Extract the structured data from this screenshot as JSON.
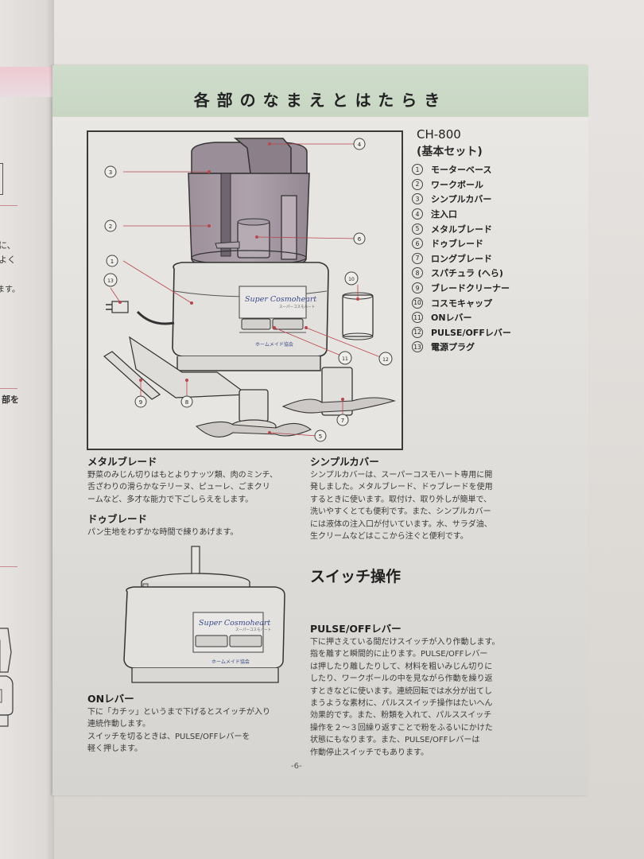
{
  "header": {
    "title": "各部のなまえとはたらき"
  },
  "model": {
    "name": "CH-800",
    "set": "(基本セット)"
  },
  "parts": [
    {
      "num": "1",
      "label": "モーターベース"
    },
    {
      "num": "2",
      "label": "ワークボール"
    },
    {
      "num": "3",
      "label": "シンプルカバー"
    },
    {
      "num": "4",
      "label": "注入口"
    },
    {
      "num": "5",
      "label": "メタルブレード"
    },
    {
      "num": "6",
      "label": "ドゥブレード"
    },
    {
      "num": "7",
      "label": "ロングブレード"
    },
    {
      "num": "8",
      "label": "スパチュラ (へら)"
    },
    {
      "num": "9",
      "label": "ブレードクリーナー"
    },
    {
      "num": "10",
      "label": "コスモキャップ"
    },
    {
      "num": "11",
      "label": "ONレバー"
    },
    {
      "num": "12",
      "label": "PULSE/OFFレバー"
    },
    {
      "num": "13",
      "label": "電源プラグ"
    }
  ],
  "diagram": {
    "brand": "Super Cosmoheart",
    "brand_sub": "スーパーコスモハート",
    "maker": "ホームメイド協会",
    "callouts": [
      "1",
      "2",
      "3",
      "4",
      "5",
      "6",
      "7",
      "8",
      "9",
      "10",
      "11",
      "12",
      "13"
    ]
  },
  "sections": {
    "metal_blade": {
      "title": "メタルブレード",
      "body": "野菜のみじん切りはもとよりナッツ類、肉のミンチ、\n舌ざわりの滑らかなテリーヌ、ピューレ、ごまクリ\nームなど、多才な能力で下ごしらえをします。"
    },
    "dough_blade": {
      "title": "ドゥブレード",
      "body": "パン生地をわずかな時間で練りあげます。"
    },
    "simple_cover": {
      "title": "シンプルカバー",
      "body": "シンプルカバーは、スーパーコスモハート専用に開\n発しました。メタルブレード、ドゥブレードを使用\nするときに使います。取付け、取り外しが簡単で、\n洗いやすくとても便利です。また、シンプルカバー\nには液体の注入口が付いています。水、サラダ油、\n生クリームなどはここから注ぐと便利です。"
    },
    "switch_heading": "スイッチ操作",
    "pulse_off": {
      "title": "PULSE/OFFレバー",
      "body": "下に押さえている間だけスイッチが入り作動します。\n指を離すと瞬間的に止ります。PULSE/OFFレバー\nは押したり離したりして、材料を粗いみじん切りに\nしたり、ワークボールの中を見ながら作動を繰り返\nすときなどに使います。連続回転では水分が出てし\nまうような素材に、パルススイッチ操作はたいへん\n効果的です。また、粉類を入れて、パルススイッチ\n操作を２～３回繰り返すことで粉をふるいにかけた\n状態にもなります。また、PULSE/OFFレバーは\n作動停止スイッチでもあります。"
    },
    "on_lever": {
      "title": "ONレバー",
      "body": "下に「カチッ」というまで下げるとスイッチが入り\n連続作動します。\nスイッチを切るときは、PULSE/OFFレバーを\n軽く押します。"
    }
  },
  "left_page": {
    "fragments": [
      "に、",
      "よく",
      "ます。",
      "部を"
    ]
  },
  "page_number": "-6-",
  "colors": {
    "header_band": "#c8d6c3",
    "left_page_pink": "#efc9d2",
    "leader_line": "#b8474f",
    "bowl_tint": "#a79ba6"
  }
}
